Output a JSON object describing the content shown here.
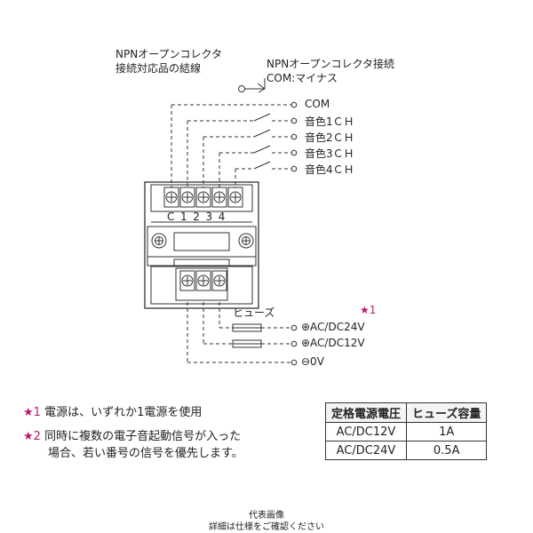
{
  "labels": {
    "npn_wiring": [
      "NPNオープンコレクタ",
      "接続対応品の結線"
    ],
    "npn_connection": [
      "NPNオープンコレクタ接続",
      "COM:マイナス"
    ],
    "com": "COM",
    "ch1": "音色1ＣＨ",
    "ch2": "音色2ＣＨ",
    "ch3": "音色3ＣＨ",
    "ch4": "音色4ＣＨ",
    "terminal_marks": "C 1 2 3 4",
    "fuse": "ヒューズ",
    "star1_mark": "★1",
    "ac24": "⊕AC/DC24V",
    "ac12": "⊕AC/DC12V",
    "zero_v": "⊖0V"
  },
  "notes": [
    {
      "star": "★1",
      "lines": [
        "電源は、いずれか1電源を使用"
      ]
    },
    {
      "star": "★2",
      "lines": [
        "同時に複数の電子音起動信号が入った",
        "場合、若い番号の信号を優先します。"
      ]
    }
  ],
  "table": {
    "headers": [
      "定格電源電圧",
      "ヒューズ容量"
    ],
    "rows": [
      [
        "AC/DC12V",
        "1A"
      ],
      [
        "AC/DC24V",
        "0.5A"
      ]
    ]
  },
  "footer": [
    "代表画像",
    "詳細は仕様をご確認ください"
  ],
  "colors": {
    "star": "#c0186f",
    "line": "#333333"
  }
}
